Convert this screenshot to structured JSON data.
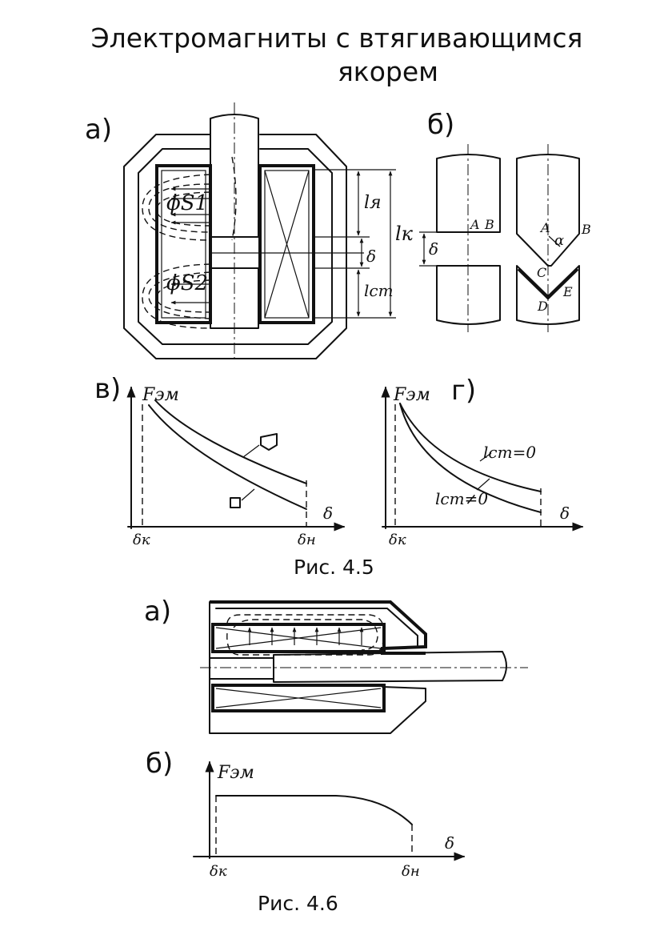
{
  "title": {
    "line1": "Электромагниты с втягивающимся",
    "line2": "якорем"
  },
  "figure_4_5": {
    "caption": "Рис. 4.5",
    "panel_a": {
      "label": "а)",
      "flux_upper": "ϕS1",
      "flux_lower": "ϕS2",
      "dim_armature": "lя",
      "dim_gap": "δ",
      "dim_stop": "lст",
      "dim_coil": "lк"
    },
    "panel_b": {
      "label": "б)",
      "gap": "δ",
      "points": [
        "A",
        "B",
        "A",
        "B",
        "C",
        "D",
        "E"
      ],
      "angle": "α"
    },
    "panel_v": {
      "label": "в)",
      "y_axis": "Fэм",
      "x_axis": "δ",
      "x_start": "δк",
      "x_end": "δн"
    },
    "panel_g": {
      "label": "г)",
      "y_axis": "Fэм",
      "x_axis": "δ",
      "x_start": "δк",
      "curve_upper": "lст=0",
      "curve_lower": "lст≠0"
    }
  },
  "figure_4_6": {
    "caption": "Рис. 4.6",
    "panel_a": {
      "label": "а)"
    },
    "panel_b": {
      "label": "б)",
      "y_axis": "Fэм",
      "x_axis": "δ",
      "x_start": "δк",
      "x_end": "δн"
    }
  }
}
